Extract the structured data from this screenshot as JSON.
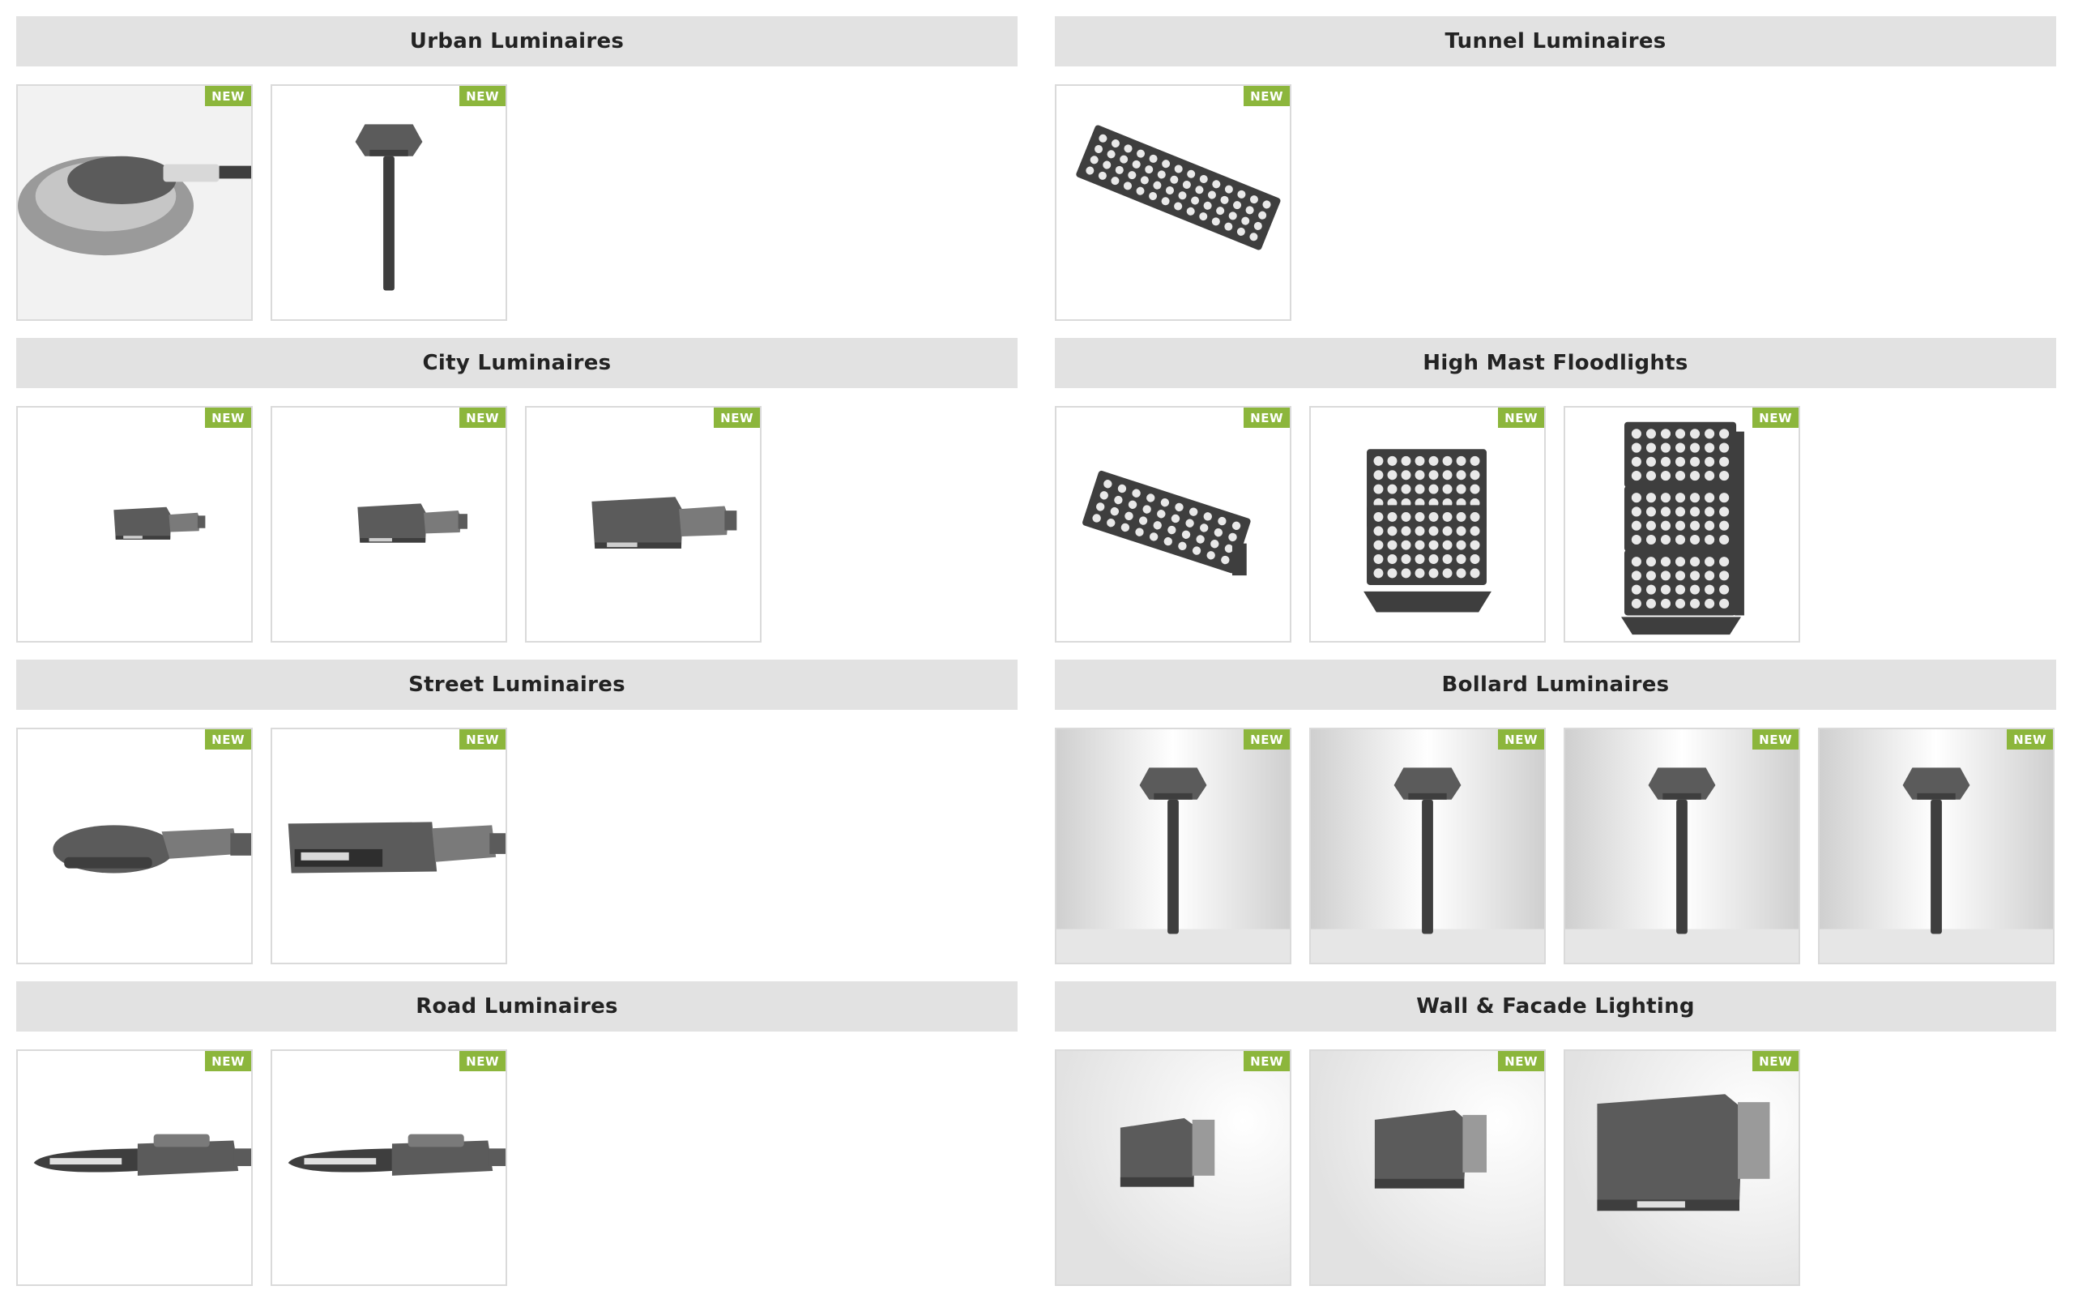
{
  "badge_label": "NEW",
  "colors": {
    "badge": "#8cb63c",
    "header_bg": "#e2e2e2",
    "card_border": "#dadada",
    "product_gray": "#5b5b5b"
  },
  "sections": [
    {
      "id": "urban",
      "title": "Urban Luminaires",
      "products": [
        {
          "icon": "dome-luminaire-icon",
          "bg": "soft"
        },
        {
          "icon": "bollard-icon",
          "bg": "white"
        }
      ]
    },
    {
      "id": "tunnel",
      "title": "Tunnel Luminaires",
      "products": [
        {
          "icon": "floodlight-panel-icon",
          "bg": "white"
        }
      ]
    },
    {
      "id": "city",
      "title": "City Luminaires",
      "products": [
        {
          "icon": "city-luminaire-small-icon",
          "bg": "white"
        },
        {
          "icon": "city-luminaire-medium-icon",
          "bg": "white"
        },
        {
          "icon": "city-luminaire-large-icon",
          "bg": "white"
        }
      ]
    },
    {
      "id": "highmast",
      "title": "High Mast Floodlights",
      "products": [
        {
          "icon": "floodlight-single-icon",
          "bg": "white"
        },
        {
          "icon": "floodlight-double-icon",
          "bg": "white"
        },
        {
          "icon": "floodlight-triple-icon",
          "bg": "white"
        }
      ]
    },
    {
      "id": "street",
      "title": "Street Luminaires",
      "products": [
        {
          "icon": "street-luminaire-round-icon",
          "bg": "white"
        },
        {
          "icon": "street-luminaire-flat-icon",
          "bg": "white"
        }
      ]
    },
    {
      "id": "bollard",
      "title": "Bollard Luminaires",
      "products": [
        {
          "icon": "bollard-icon",
          "bg": "gradient"
        },
        {
          "icon": "bollard-icon",
          "bg": "gradient"
        },
        {
          "icon": "bollard-icon",
          "bg": "gradient"
        },
        {
          "icon": "bollard-icon",
          "bg": "gradient"
        }
      ]
    },
    {
      "id": "road",
      "title": "Road Luminaires",
      "products": [
        {
          "icon": "road-luminaire-icon",
          "bg": "white"
        },
        {
          "icon": "road-luminaire-icon",
          "bg": "white"
        }
      ]
    },
    {
      "id": "wall",
      "title": "Wall & Facade Lighting",
      "products": [
        {
          "icon": "wall-luminaire-small-icon",
          "bg": "wall"
        },
        {
          "icon": "wall-luminaire-medium-icon",
          "bg": "wall"
        },
        {
          "icon": "wall-luminaire-large-icon",
          "bg": "wall"
        }
      ]
    }
  ]
}
